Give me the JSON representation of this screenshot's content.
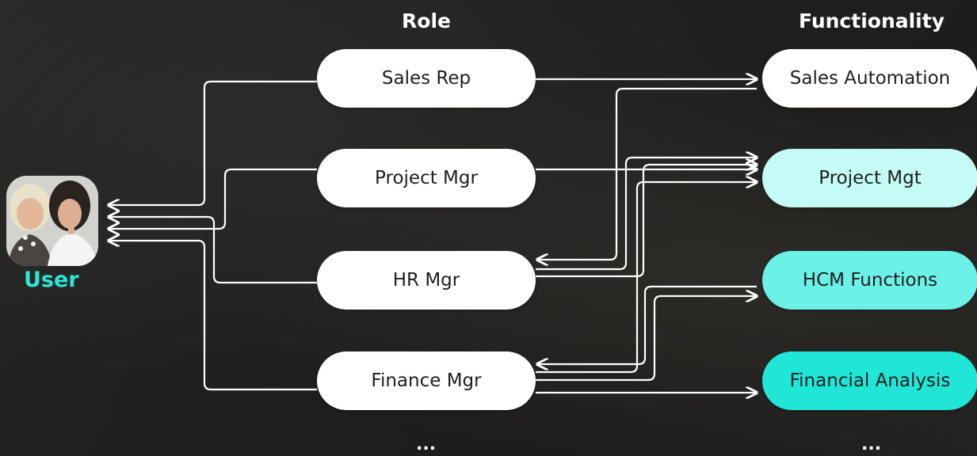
{
  "headers": {
    "role": "Role",
    "functionality": "Functionality"
  },
  "user": {
    "label": "User"
  },
  "roles": [
    "Sales Rep",
    "Project Mgr",
    "HR Mgr",
    "Finance Mgr"
  ],
  "functions": [
    "Sales Automation",
    "Project Mgt",
    "HCM Functions",
    "Financial Analysis"
  ],
  "ellipsis": {
    "role": "...",
    "functionality": "..."
  },
  "colors": {
    "sales_automation": "#ffffff",
    "project_mgt": "#c4fbf7",
    "hcm_functions": "#6cf1e8",
    "financial_analysis": "#20e6d7",
    "user_label": "#2ee6d6",
    "arrows": "#ffffff"
  }
}
